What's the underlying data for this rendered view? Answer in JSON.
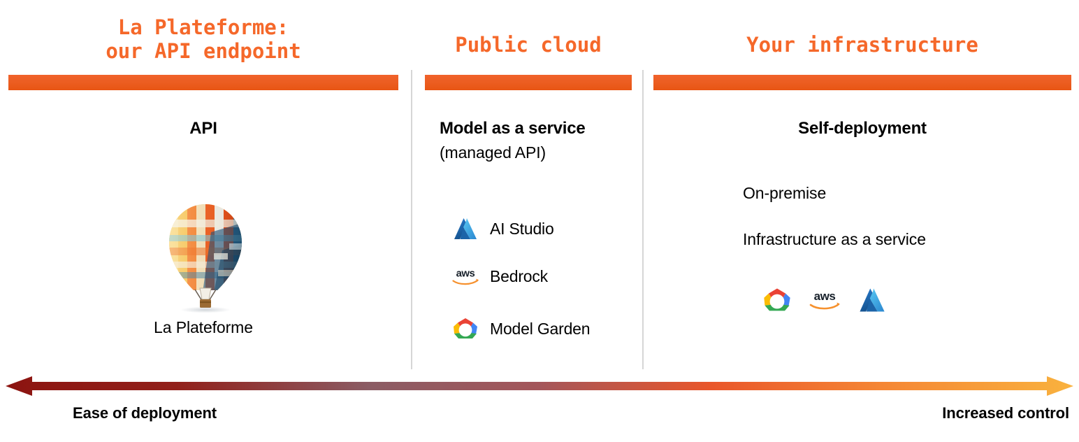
{
  "theme": {
    "accent_orange": "#F5682A",
    "bar_orange": "#EC5E22",
    "divider_gray": "#D6D6D6",
    "arrow_start": "#8C1410",
    "arrow_mid": "#8A6070",
    "arrow_end": "#F9B03C",
    "text_black": "#000000"
  },
  "columns": [
    {
      "title": "La Plateforme:\nour API endpoint",
      "heading": "API",
      "caption": "La Plateforme",
      "image": "hot-air-balloon"
    },
    {
      "title": "Public cloud",
      "heading": "Model as a service",
      "subheading": "(managed API)",
      "services": [
        {
          "logo": "azure-logo",
          "label": "AI Studio"
        },
        {
          "logo": "aws-logo",
          "label": "Bedrock"
        },
        {
          "logo": "google-cloud-logo",
          "label": "Model Garden"
        }
      ]
    },
    {
      "title": "Your infrastructure",
      "heading": "Self-deployment",
      "lines": [
        "On-premise",
        "Infrastructure as a service"
      ],
      "logos": [
        "google-cloud-logo",
        "aws-logo",
        "azure-logo"
      ]
    }
  ],
  "axis": {
    "left_label": "Ease of deployment",
    "right_label": "Increased control",
    "left_arrowhead": "arrow-left-icon",
    "right_arrowhead": "arrow-right-icon"
  }
}
